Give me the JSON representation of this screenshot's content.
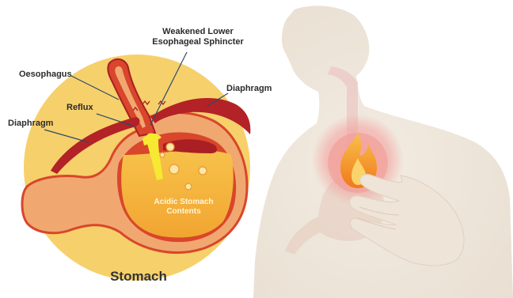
{
  "labels": {
    "sphincter_line1": "Weakened Lower",
    "sphincter_line2": "Esophageal Sphincter",
    "oesophagus": "Oesophagus",
    "diaphragm_right": "Diaphragm",
    "reflux": "Reflux",
    "diaphragm_left": "Diaphragm",
    "contents_line1": "Acidic Stomach",
    "contents_line2": "Contents",
    "stomach": "Stomach"
  },
  "colors": {
    "circle_fill": "#f6d06b",
    "stomach_wall": "#d9462b",
    "stomach_outer": "#f0a870",
    "acid": "#f6b437",
    "diaphragm": "#b32226",
    "body_silhouette": "#efe7dc",
    "flame": "#f59a22",
    "glow": "#f3a0a0"
  },
  "icons": {
    "heartburn": "flame-icon"
  }
}
